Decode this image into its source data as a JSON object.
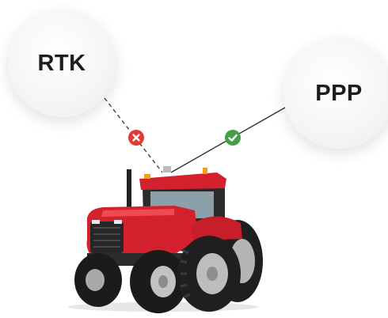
{
  "nodes": {
    "rtk": {
      "label": "RTK"
    },
    "ppp": {
      "label": "PPP"
    }
  },
  "connections": [
    {
      "from": "RTK",
      "to": "tractor",
      "style": "dashed",
      "status": "failed",
      "status_icon": "x-icon",
      "color": "#e53935"
    },
    {
      "from": "PPP",
      "to": "tractor",
      "style": "solid",
      "status": "ok",
      "status_icon": "check-icon",
      "color": "#43a047"
    }
  ],
  "image": {
    "subject": "tractor-illustration",
    "colors": {
      "body": "#d3212d",
      "tire": "#222222",
      "rim": "#b9b9b9"
    }
  }
}
